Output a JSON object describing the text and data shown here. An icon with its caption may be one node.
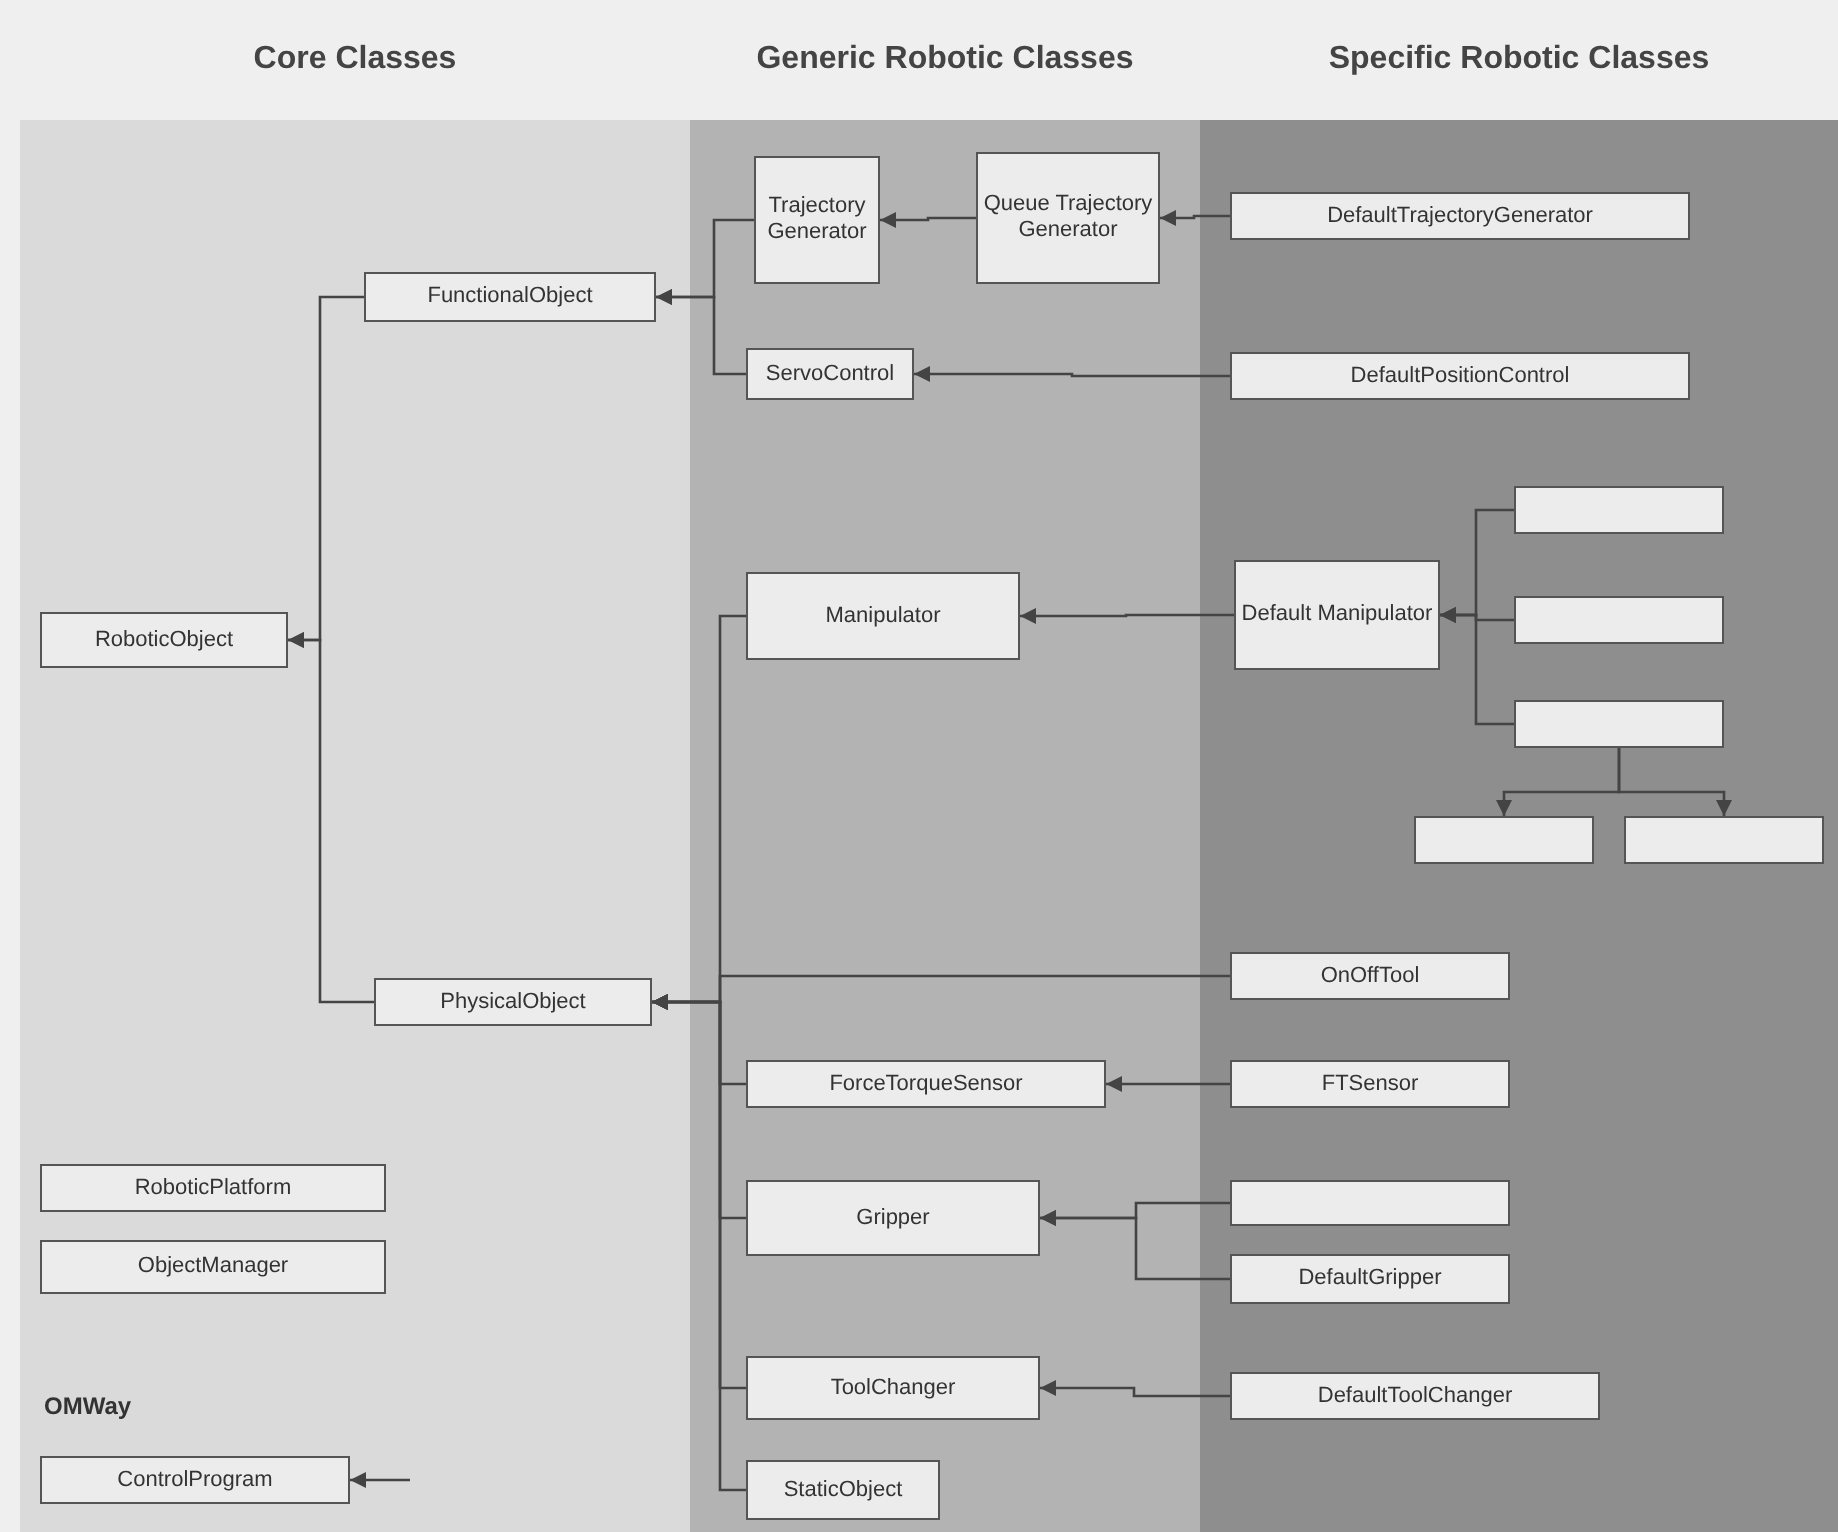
{
  "diagram": {
    "nodes": [
      {
        "text": [
          "Core Classes"
        ]
      },
      {
        "text": [
          "Generic Robotic Classes"
        ]
      },
      {
        "text": [
          "Specific Robotic Classes"
        ]
      },
      {
        "text": [
          "RoboticObject"
        ],
        "in": 0
      },
      {
        "text": [
          "FunctionalObject"
        ],
        "in": 0
      },
      {
        "text": [
          "PhysicalObject"
        ],
        "in": 0
      },
      {
        "text": [
          "RoboticPlatform"
        ],
        "in": 0
      },
      {
        "text": [
          "ObjectManager"
        ],
        "in": 0
      },
      {
        "text": [
          "ControlProgram"
        ],
        "in": 0
      },
      {
        "text": [
          "Trajectory Generator"
        ],
        "in": 1
      },
      {
        "text": [
          "Queue Trajectory Generator"
        ],
        "in": 1
      },
      {
        "text": [
          "ServoControl"
        ],
        "in": 1
      },
      {
        "text": [
          "Manipulator"
        ],
        "in": 1
      },
      {
        "text": [
          "ForceTorqueSensor"
        ],
        "in": 1
      },
      {
        "text": [
          "Gripper"
        ],
        "in": 1
      },
      {
        "text": [
          "ToolChanger"
        ],
        "in": 1
      },
      {
        "text": [
          "StaticObject"
        ],
        "in": 1
      },
      {
        "text": [
          "DefaultTrajectoryGenerator"
        ],
        "in": 2
      },
      {
        "text": [
          "DefaultPositionControl"
        ],
        "in": 2
      },
      {
        "text": [
          "Default Manipulator"
        ],
        "in": 2
      },
      {
        "text": [],
        "shape": "box",
        "in": 2
      },
      {
        "text": [],
        "shape": "box",
        "in": 2
      },
      {
        "text": [],
        "shape": "box",
        "in": 2
      },
      {
        "text": [],
        "shape": "box",
        "in": 2
      },
      {
        "text": [],
        "shape": "box",
        "in": 2
      },
      {
        "text": [
          "OnOffTool"
        ],
        "in": 2
      },
      {
        "text": [
          "FTSensor"
        ],
        "in": 2
      },
      {
        "text": [],
        "shape": "box",
        "in": 2
      },
      {
        "text": [
          "DefaultGripper"
        ],
        "in": 2
      },
      {
        "text": [
          "DefaultToolChanger"
        ],
        "in": 2
      }
    ],
    "edges": [
      {
        "from": 4,
        "to": 3,
        "arrow": "to"
      },
      {
        "from": 5,
        "to": 3,
        "arrow": "to"
      },
      {
        "from": 9,
        "to": 4,
        "arrow": "to"
      },
      {
        "from": 11,
        "to": 4,
        "arrow": "to"
      },
      {
        "from": 10,
        "to": 9,
        "arrow": "to"
      },
      {
        "from": 17,
        "to": 10,
        "arrow": "to"
      },
      {
        "from": 18,
        "to": 11,
        "arrow": "to"
      },
      {
        "from": 12,
        "to": 5,
        "arrow": "to"
      },
      {
        "from": 25,
        "to": 5,
        "arrow": "to"
      },
      {
        "from": 13,
        "to": 5,
        "arrow": "to"
      },
      {
        "from": 14,
        "to": 5,
        "arrow": "to"
      },
      {
        "from": 15,
        "to": 5,
        "arrow": "to"
      },
      {
        "from": 16,
        "to": 5,
        "arrow": "to"
      },
      {
        "from": 19,
        "to": 12,
        "arrow": "to"
      },
      {
        "from": 20,
        "to": 19,
        "arrow": "to"
      },
      {
        "from": 21,
        "to": 19,
        "arrow": "to"
      },
      {
        "from": 22,
        "to": 19,
        "arrow": "to"
      },
      {
        "from": 22,
        "to": 23,
        "arrow": "to"
      },
      {
        "from": 22,
        "to": 24,
        "arrow": "to"
      },
      {
        "from": 26,
        "to": 13,
        "arrow": "to"
      },
      {
        "from": 27,
        "to": 14,
        "arrow": "to"
      },
      {
        "from": 28,
        "to": 14,
        "arrow": "to"
      },
      {
        "from": 29,
        "to": 15,
        "arrow": "to"
      },
      {
        "from": null,
        "to": 8,
        "arrow": "to"
      }
    ],
    "labels": [
      "OMWay"
    ]
  }
}
